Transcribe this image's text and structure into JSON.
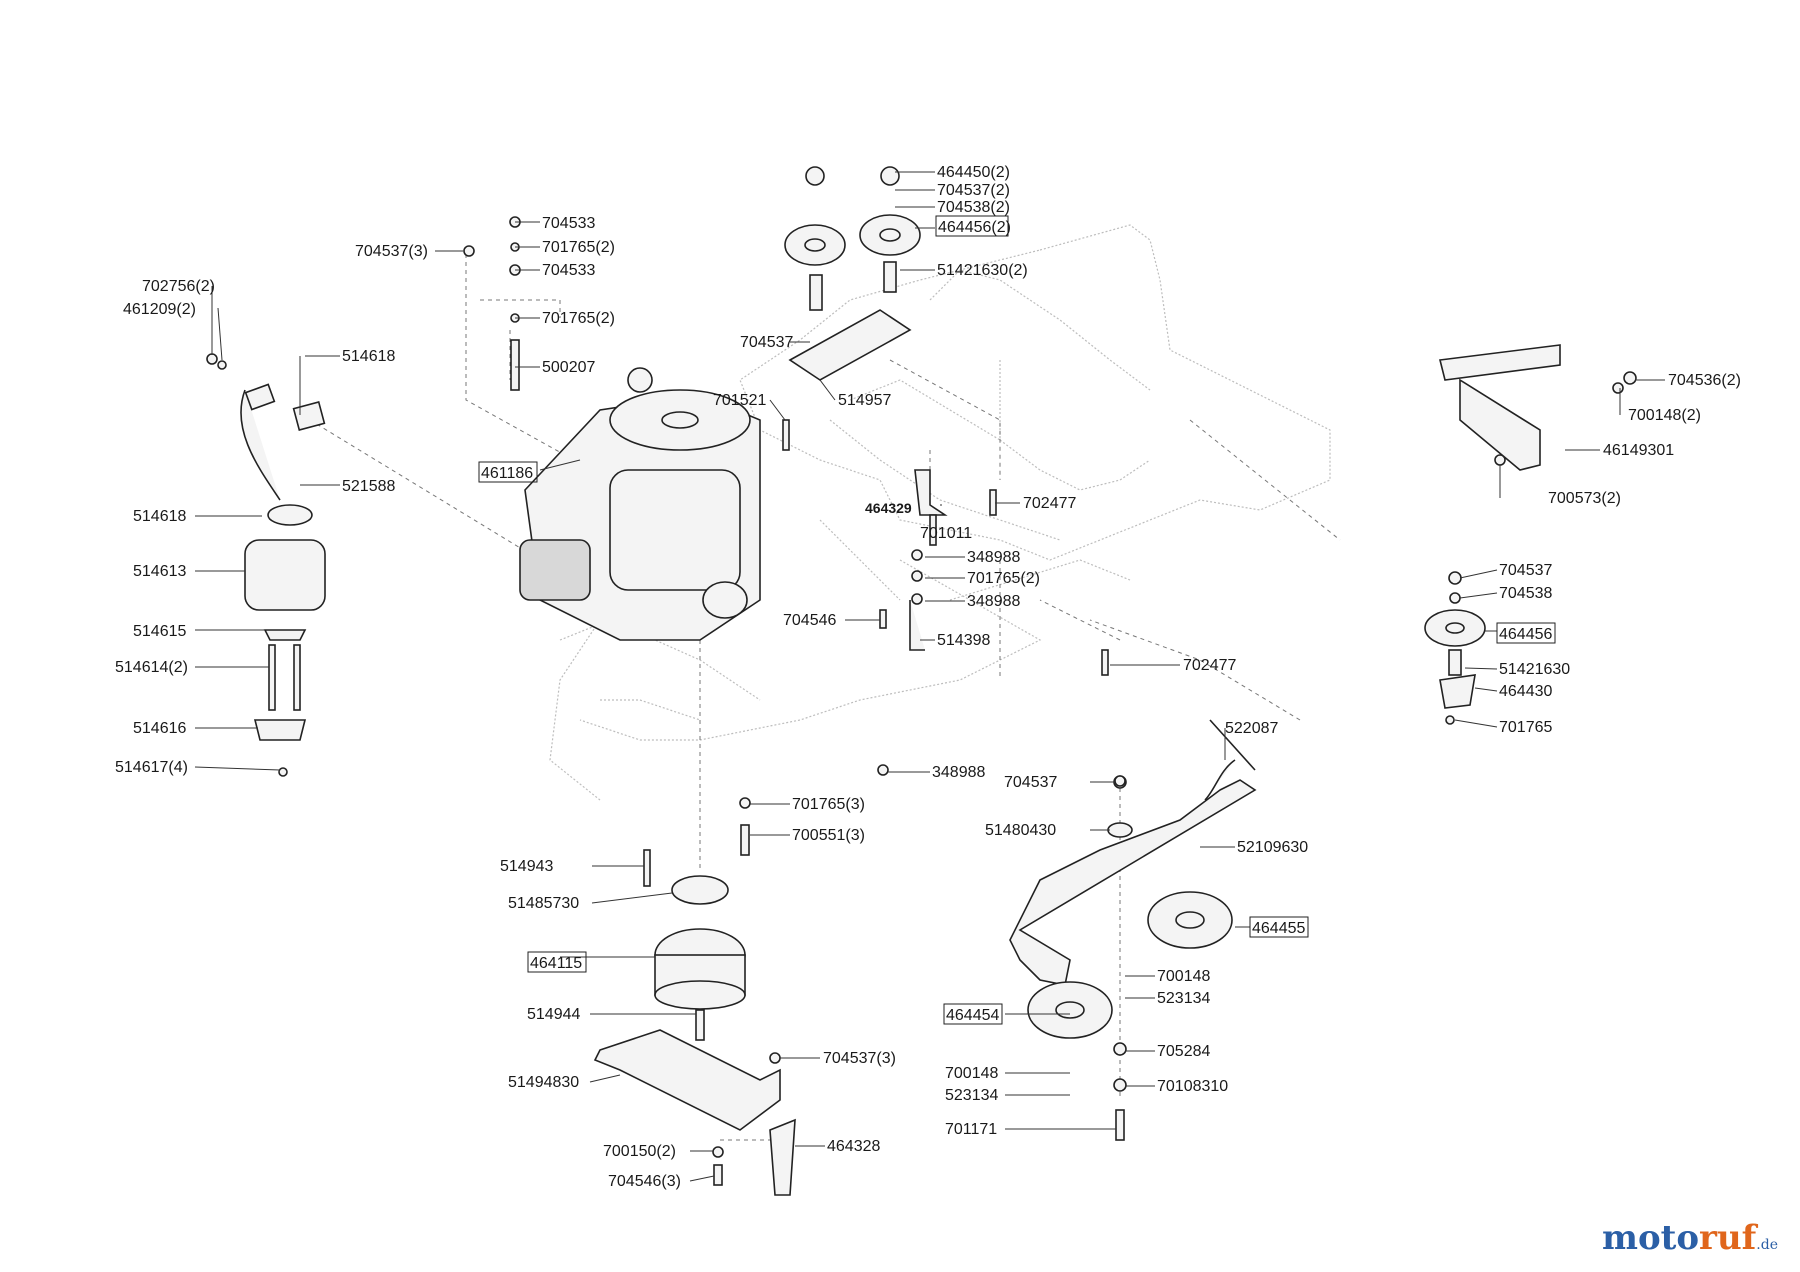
{
  "labels": [
    {
      "id": "p464450",
      "text": "464450(2)"
    },
    {
      "id": "p704537a",
      "text": "704537(2)"
    },
    {
      "id": "p704538a",
      "text": "704538(2)"
    },
    {
      "id": "p464456a",
      "text": "464456(2)",
      "boxed": true
    },
    {
      "id": "p51421630a",
      "text": "51421630(2)"
    },
    {
      "id": "p704533a",
      "text": "704533"
    },
    {
      "id": "p701765a",
      "text": "701765(2)"
    },
    {
      "id": "p704533b",
      "text": "704533"
    },
    {
      "id": "p704537b",
      "text": "704537(3)"
    },
    {
      "id": "p701765b",
      "text": "701765(2)"
    },
    {
      "id": "p500207",
      "text": "500207"
    },
    {
      "id": "p702756",
      "text": "702756(2)"
    },
    {
      "id": "p461209",
      "text": "461209(2)"
    },
    {
      "id": "p514618a",
      "text": "514618"
    },
    {
      "id": "p704537c",
      "text": "704537"
    },
    {
      "id": "p514957",
      "text": "514957"
    },
    {
      "id": "p701521",
      "text": "701521"
    },
    {
      "id": "p461186",
      "text": "461186",
      "boxed": true
    },
    {
      "id": "p521588",
      "text": "521588"
    },
    {
      "id": "p514618b",
      "text": "514618"
    },
    {
      "id": "p514613",
      "text": "514613"
    },
    {
      "id": "p514615",
      "text": "514615"
    },
    {
      "id": "p514614",
      "text": "514614(2)"
    },
    {
      "id": "p514616",
      "text": "514616"
    },
    {
      "id": "p514617",
      "text": "514617(4)"
    },
    {
      "id": "p464329",
      "text": "464329"
    },
    {
      "id": "p702477a",
      "text": "702477"
    },
    {
      "id": "p701011",
      "text": "701011"
    },
    {
      "id": "p348988a",
      "text": "348988"
    },
    {
      "id": "p701765c",
      "text": "701765(2)"
    },
    {
      "id": "p348988b",
      "text": "348988"
    },
    {
      "id": "p704546a",
      "text": "704546"
    },
    {
      "id": "p514398",
      "text": "514398"
    },
    {
      "id": "p702477b",
      "text": "702477"
    },
    {
      "id": "p704536",
      "text": "704536(2)"
    },
    {
      "id": "p700148a",
      "text": "700148(2)"
    },
    {
      "id": "p46149301",
      "text": "46149301"
    },
    {
      "id": "p700573",
      "text": "700573(2)"
    },
    {
      "id": "p704537d",
      "text": "704537"
    },
    {
      "id": "p704538b",
      "text": "704538"
    },
    {
      "id": "p464456b",
      "text": "464456",
      "boxed": true
    },
    {
      "id": "p51421630b",
      "text": "51421630"
    },
    {
      "id": "p464430",
      "text": "464430"
    },
    {
      "id": "p701765d",
      "text": "701765"
    },
    {
      "id": "p348988c",
      "text": "348988"
    },
    {
      "id": "p522087",
      "text": "522087"
    },
    {
      "id": "p704537e",
      "text": "704537"
    },
    {
      "id": "p701765e",
      "text": "701765(3)"
    },
    {
      "id": "p700551",
      "text": "700551(3)"
    },
    {
      "id": "p51480430",
      "text": "51480430"
    },
    {
      "id": "p52109630",
      "text": "52109630"
    },
    {
      "id": "p514943",
      "text": "514943"
    },
    {
      "id": "p51485730",
      "text": "51485730"
    },
    {
      "id": "p464455",
      "text": "464455",
      "boxed": true
    },
    {
      "id": "p464115",
      "text": "464115",
      "boxed": true
    },
    {
      "id": "p700148b",
      "text": "700148"
    },
    {
      "id": "p523134a",
      "text": "523134"
    },
    {
      "id": "p514944",
      "text": "514944"
    },
    {
      "id": "p464454",
      "text": "464454",
      "boxed": true
    },
    {
      "id": "p705284",
      "text": "705284"
    },
    {
      "id": "p704537f",
      "text": "704537(3)"
    },
    {
      "id": "p51494830",
      "text": "51494830"
    },
    {
      "id": "p700148c",
      "text": "700148"
    },
    {
      "id": "p70108310",
      "text": "70108310"
    },
    {
      "id": "p523134b",
      "text": "523134"
    },
    {
      "id": "p464328",
      "text": "464328"
    },
    {
      "id": "p701171",
      "text": "701171"
    },
    {
      "id": "p700150",
      "text": "700150(2)"
    },
    {
      "id": "p704546b",
      "text": "704546(3)"
    }
  ],
  "brand": {
    "part1": "moto",
    "part2": "ruf",
    "tld": ".de"
  }
}
